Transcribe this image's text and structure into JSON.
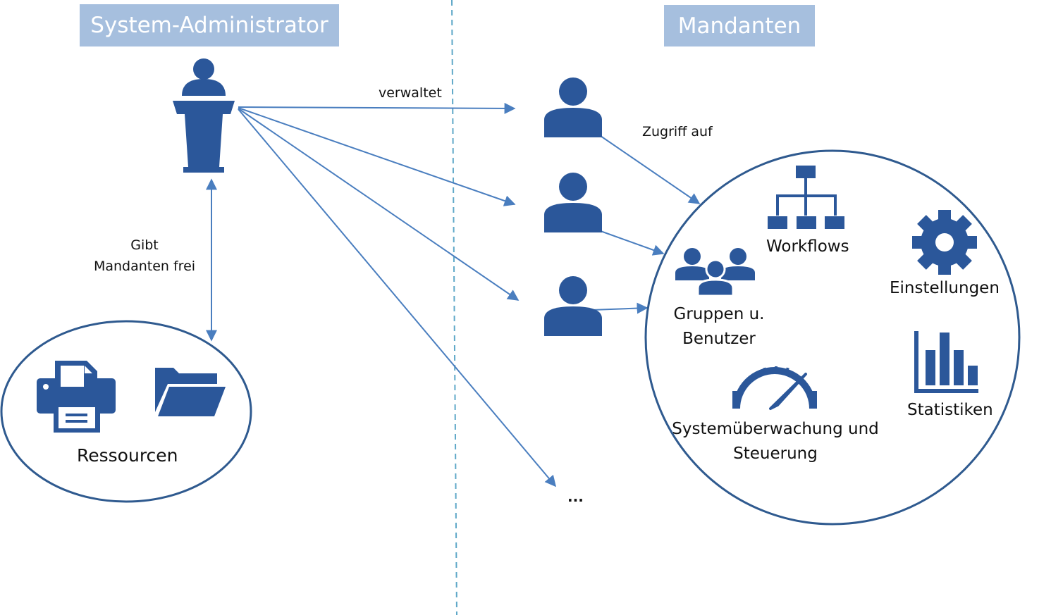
{
  "headers": {
    "admin": "System-Administrator",
    "tenants": "Mandanten"
  },
  "edges": {
    "manages": "verwaltet",
    "access": "Zugriff auf",
    "releases_line1": "Gibt",
    "releases_line2": "Mandanten frei",
    "more": "..."
  },
  "resources": {
    "label": "Ressourcen",
    "items": [
      {
        "icon": "printer-icon"
      },
      {
        "icon": "folder-icon"
      }
    ]
  },
  "features": {
    "workflows": "Workflows",
    "settings": "Einstellungen",
    "groups_line1": "Gruppen u.",
    "groups_line2": "Benutzer",
    "statistics": "Statistiken",
    "monitoring_line1": "Systemüberwachung und",
    "monitoring_line2": "Steuerung"
  },
  "colors": {
    "icon": "#2b579a",
    "arrow": "#4a7ebf",
    "header_bg": "#a6bfde",
    "divider": "#5fa8c8"
  }
}
